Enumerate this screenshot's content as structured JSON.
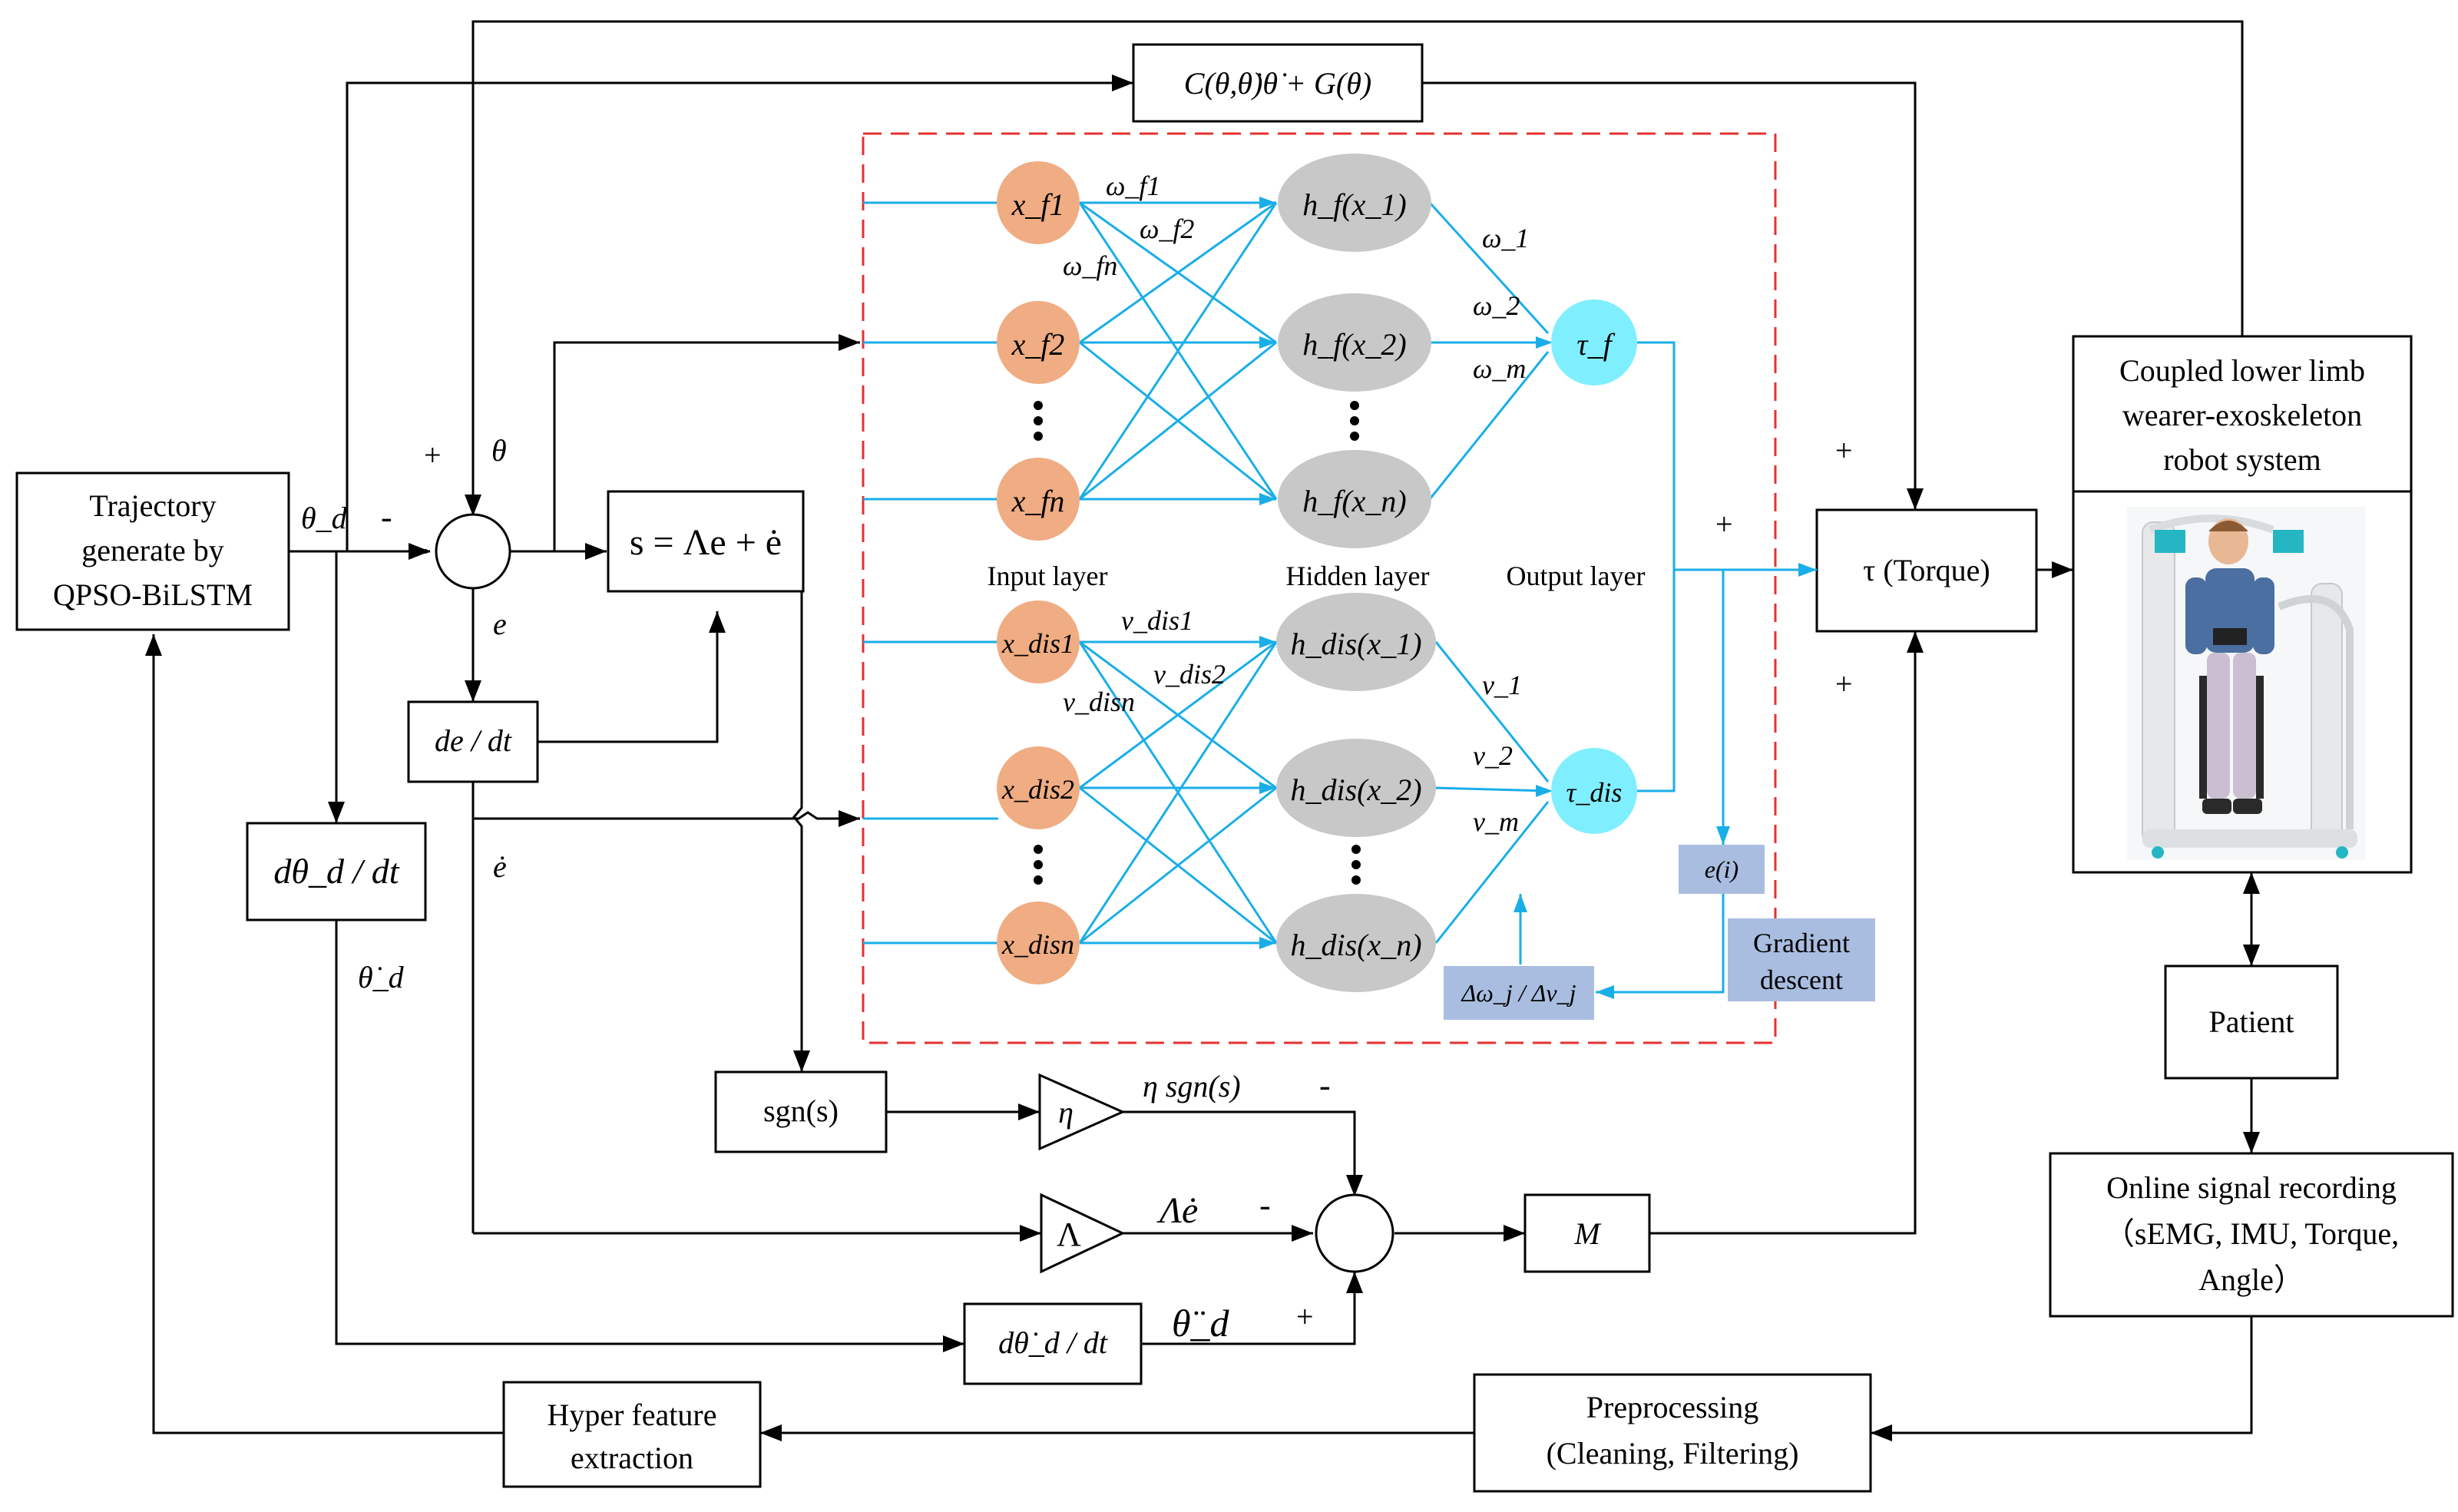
{
  "colors": {
    "line": "#000000",
    "nn_line": "#1aaee8",
    "input_node": "#f0ac82",
    "hidden_node": "#c8c8c8",
    "output_node": "#7fefff",
    "dashed_region": "#e53030",
    "update_box": "#a9bde0"
  },
  "blocks": {
    "trajectory": [
      "Trajectory",
      "generate by",
      "QPSO-BiLSTM"
    ],
    "nonlinear": "C(θ,θ̇)θ̇ + G(θ)",
    "sliding_surface": "s = Λe + ė",
    "de_dt": "de / dt",
    "dtheta_d_dt": "dθ_d / dt",
    "sgn": "sgn(s)",
    "eta": "η",
    "lambda": "Λ",
    "mass": "M",
    "ddtheta_d_dt": "dθ̇_d / dt",
    "torque": "τ (Torque)",
    "robot": [
      "Coupled lower limb",
      "wearer-exoskeleton",
      "robot system"
    ],
    "patient": "Patient",
    "online": [
      "Online signal recording",
      "（sEMG, IMU, Torque,",
      "Angle）"
    ],
    "preprocessing": [
      "Preprocessing",
      "(Cleaning,  Filtering)"
    ],
    "hyper": [
      "Hyper feature",
      "extraction"
    ],
    "error_i": "e(i)",
    "gradient": [
      "Gradient",
      "descent"
    ],
    "update": "Δω_j / Δv_j"
  },
  "signals": {
    "theta_d": "θ_d",
    "theta": "θ",
    "e": "e",
    "e_dot": "ė",
    "theta_d_dot": "θ̇_d",
    "eta_sgn": "η sgn(s)",
    "lambda_e_dot": "Λė",
    "theta_d_ddot": "θ̈_d",
    "plus": "+",
    "minus": "-"
  },
  "network": {
    "layer_labels": [
      "Input layer",
      "Hidden layer",
      "Output layer"
    ],
    "f_inputs": [
      "x_f1",
      "x_f2",
      "x_fn"
    ],
    "f_hidden": [
      "h_f(x_1)",
      "h_f(x_2)",
      "h_f(x_n)"
    ],
    "f_input_weights": [
      "ω_f1",
      "ω_f2",
      "ω_fn"
    ],
    "f_output_weights": [
      "ω_1",
      "ω_2",
      "ω_m"
    ],
    "f_output": "τ_f",
    "dis_inputs": [
      "x_dis1",
      "x_dis2",
      "x_disn"
    ],
    "dis_hidden": [
      "h_dis(x_1)",
      "h_dis(x_2)",
      "h_dis(x_n)"
    ],
    "dis_input_weights": [
      "v_dis1",
      "v_dis2",
      "v_disn"
    ],
    "dis_output_weights": [
      "v_1",
      "v_2",
      "v_m"
    ],
    "dis_output": "τ_dis"
  }
}
